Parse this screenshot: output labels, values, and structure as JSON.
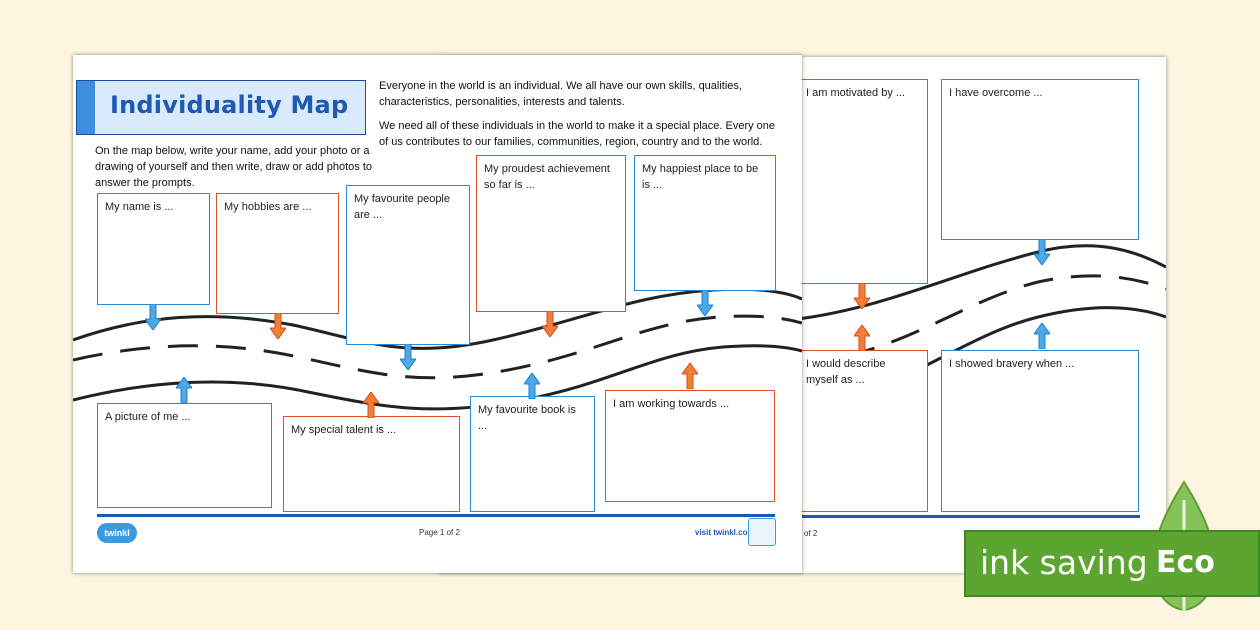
{
  "page2": {
    "prompts": {
      "motivated": "I am motivated by ...",
      "overcome": "I have overcome ...",
      "describe": "I would describe myself as ...",
      "bravery": "I showed bravery when ..."
    },
    "page_number": "of 2"
  },
  "page1": {
    "title": "Individuality Map",
    "instructions": "On the map below, write your name, add your photo or a drawing of yourself and then write, draw or add photos to answer the prompts.",
    "intro_1": "Everyone in the world is an individual. We all have our own skills, qualities, characteristics, personalities, interests and talents.",
    "intro_2": "We need all of these individuals in the world to make it a special place. Every one of us contributes to our families, communities, region, country and to the world.",
    "prompts": {
      "name": "My name is ...",
      "hobbies": "My hobbies are ...",
      "people": "My favourite people are ...",
      "achievement": "My proudest achievement so far is ...",
      "happiest": "My happiest place to be is ...",
      "picture": "A picture of me ...",
      "talent": "My special talent is ...",
      "book": "My favourite book is ...",
      "working": "I am working towards ..."
    },
    "footer": {
      "logo": "twinkl",
      "page_number": "Page 1 of 2",
      "website": "visit twinkl.com"
    }
  },
  "badge": {
    "text": "ink saving",
    "eco": "Eco"
  },
  "colors": {
    "blue": "#2a8ad6",
    "red": "#e2502a",
    "eco_green": "#5ba530"
  }
}
